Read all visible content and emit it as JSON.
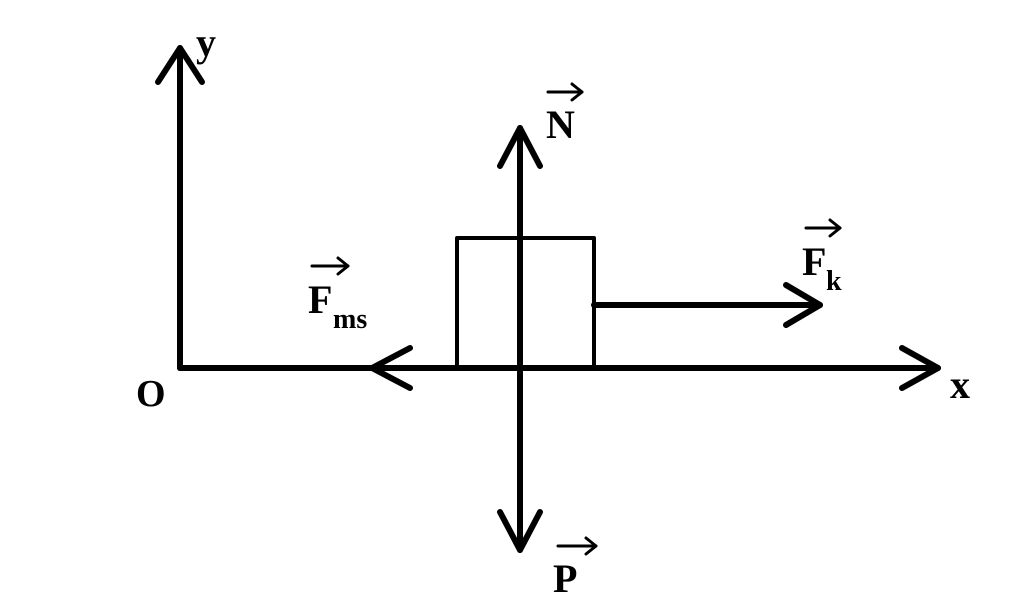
{
  "diagram": {
    "axes": {
      "y_label": "y",
      "x_label": "x",
      "origin_label": "O"
    },
    "forces": {
      "normal": {
        "symbol": "N"
      },
      "weight": {
        "symbol": "P"
      },
      "pull": {
        "symbol": "F",
        "subscript": "k"
      },
      "friction": {
        "symbol": "F",
        "subscript": "ms"
      }
    },
    "colors": {
      "stroke": "#000000",
      "background": "#ffffff"
    }
  }
}
